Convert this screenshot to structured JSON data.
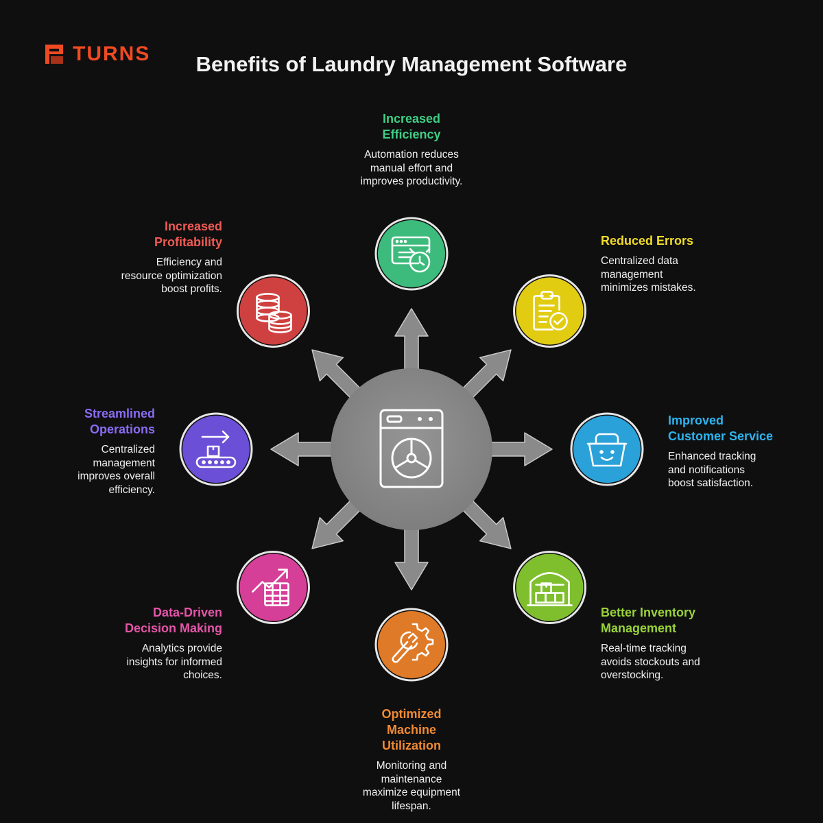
{
  "logo": {
    "text": "TURNS"
  },
  "title": "Benefits of Laundry Management Software",
  "colors": {
    "background": "#0f0f0f",
    "hub": "#8a8a8a",
    "arrow": "#8a8a8a",
    "logo": "#f04a23"
  },
  "hub": {
    "icon": "washing-machine-icon"
  },
  "benefits": [
    {
      "id": "increased-efficiency",
      "icon": "browser-clock-icon",
      "color": "#3dbb7c",
      "title_color": "#3ecf85",
      "title": [
        "Increased",
        "Efficiency"
      ],
      "desc": [
        "Automation reduces",
        "manual effort and",
        "improves productivity."
      ]
    },
    {
      "id": "reduced-errors",
      "icon": "clipboard-check-icon",
      "color": "#e2cc12",
      "title_color": "#f2dc2a",
      "title": [
        "Reduced Errors"
      ],
      "desc": [
        "Centralized data",
        "management",
        "minimizes mistakes."
      ]
    },
    {
      "id": "improved-customer-service",
      "icon": "smiling-basket-icon",
      "color": "#2aa1d8",
      "title_color": "#2eb3ee",
      "title": [
        "Improved",
        "Customer Service"
      ],
      "desc": [
        "Enhanced tracking",
        "and notifications",
        "boost satisfaction."
      ]
    },
    {
      "id": "better-inventory-management",
      "icon": "warehouse-boxes-icon",
      "color": "#7fbf2e",
      "title_color": "#9ad33a",
      "title": [
        "Better Inventory",
        "Management"
      ],
      "desc": [
        "Real-time tracking",
        "avoids stockouts and",
        "overstocking."
      ]
    },
    {
      "id": "optimized-machine-utilization",
      "icon": "gear-wrench-icon",
      "color": "#de7a28",
      "title_color": "#f08a33",
      "title": [
        "Optimized",
        "Machine",
        "Utilization"
      ],
      "desc": [
        "Monitoring and",
        "maintenance",
        "maximize equipment",
        "lifespan."
      ]
    },
    {
      "id": "data-driven-decision-making",
      "icon": "chart-table-icon",
      "color": "#d63f97",
      "title_color": "#e455a8",
      "title": [
        "Data-Driven",
        "Decision Making"
      ],
      "desc": [
        "Analytics provide",
        "insights for informed",
        "choices."
      ]
    },
    {
      "id": "streamlined-operations",
      "icon": "conveyor-box-icon",
      "color": "#6b4fd6",
      "title_color": "#8a6cf2",
      "title": [
        "Streamlined",
        "Operations"
      ],
      "desc": [
        "Centralized",
        "management",
        "improves overall",
        "efficiency."
      ]
    },
    {
      "id": "increased-profitability",
      "icon": "coin-stacks-icon",
      "color": "#cf4140",
      "title_color": "#ef5b55",
      "title": [
        "Increased",
        "Profitability"
      ],
      "desc": [
        "Efficiency and",
        "resource optimization",
        "boost profits."
      ]
    }
  ]
}
